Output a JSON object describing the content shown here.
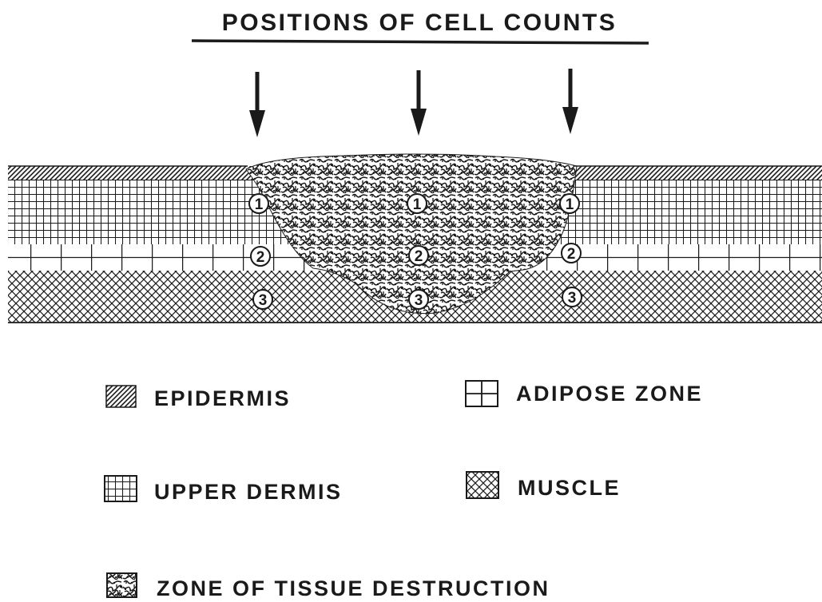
{
  "title": "POSITIONS OF CELL COUNTS",
  "layers": [
    "EPIDERMIS",
    "UPPER DERMIS",
    "ADIPOSE ZONE",
    "MUSCLE",
    "ZONE OF TISSUE DESTRUCTION"
  ],
  "count_positions": [
    {
      "markers": [
        "1",
        "2",
        "3"
      ]
    },
    {
      "markers": [
        "1",
        "2",
        "3"
      ]
    },
    {
      "markers": [
        "1",
        "2",
        "3"
      ]
    }
  ],
  "legend": [
    {
      "pattern": "epidermis",
      "label": "EPIDERMIS"
    },
    {
      "pattern": "adipose",
      "label": "ADIPOSE ZONE"
    },
    {
      "pattern": "upper-dermis",
      "label": "UPPER DERMIS"
    },
    {
      "pattern": "muscle",
      "label": "MUSCLE"
    },
    {
      "pattern": "destruction",
      "label": "ZONE OF TISSUE DESTRUCTION"
    }
  ],
  "colors": {
    "ink": "#1a1a1a",
    "background": "#ffffff"
  }
}
